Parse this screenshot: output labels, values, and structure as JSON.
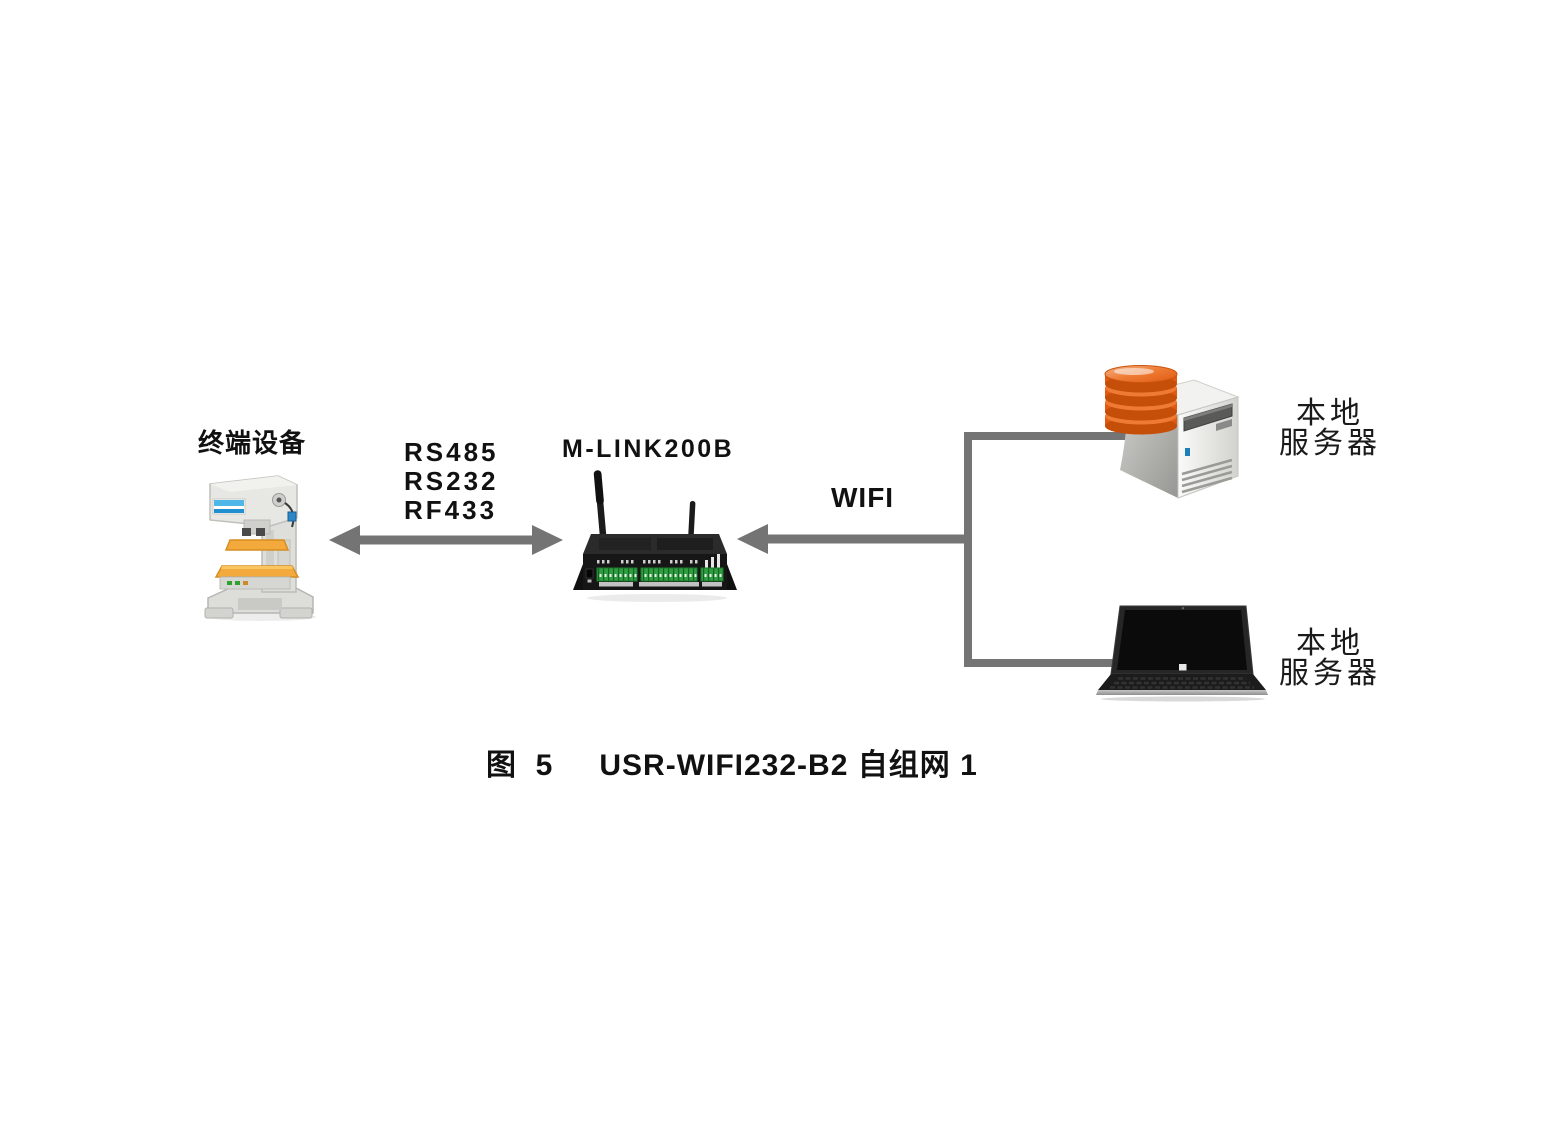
{
  "figure": {
    "terminal_device": {
      "label": "终端设备",
      "icon": "punch-press-machine"
    },
    "serial_link": {
      "labels": [
        "RS485",
        "RS232",
        "RF433"
      ],
      "arrow_style": "double-headed"
    },
    "gateway": {
      "model": "M-LINK200B",
      "icon": "wifi-router"
    },
    "wifi_link": {
      "label": "WIFI",
      "arrow_style": "single-headed-toward-gateway"
    },
    "server_db": {
      "line1": "本地",
      "line2": "服务器",
      "icon": "database-server"
    },
    "server_laptop": {
      "line1": "本地",
      "line2": "服务器",
      "icon": "laptop"
    },
    "caption": {
      "figure_no": "图  5",
      "title": "USR-WIFI232-B2 自组网 1"
    }
  },
  "colors": {
    "connector_gray": "#747474",
    "text_black": "#111111",
    "database_orange": "#e05a12",
    "machine_accent_orange": "#f3a93b",
    "machine_sticker_blue": "#4fb6e8",
    "router_body_black": "#161616",
    "terminal_block_green": "#2f9e41"
  }
}
